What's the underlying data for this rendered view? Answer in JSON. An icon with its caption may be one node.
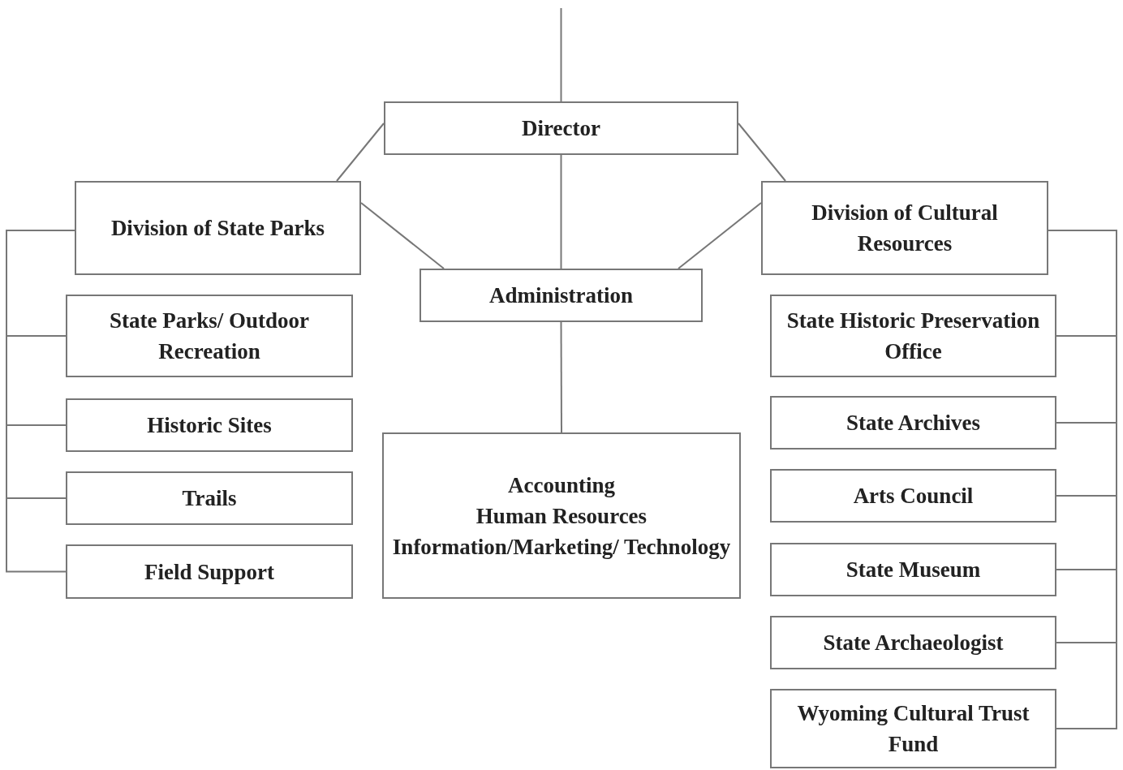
{
  "diagram": {
    "nodes": [
      {
        "text": [
          "Director"
        ]
      },
      {
        "text": [
          "Division of State Parks"
        ]
      },
      {
        "text": [
          "Division of Cultural Resources"
        ]
      },
      {
        "text": [
          "Administration"
        ]
      },
      {
        "text": [
          "State Parks/ Outdoor Recreation"
        ]
      },
      {
        "text": [
          "Historic Sites"
        ]
      },
      {
        "text": [
          "Trails"
        ]
      },
      {
        "text": [
          "Field Support"
        ]
      },
      {
        "text": [
          "Accounting",
          "Human Resources",
          "Information/Marketing/ Technology"
        ]
      },
      {
        "text": [
          "State Historic Preservation Office"
        ]
      },
      {
        "text": [
          "State Archives"
        ]
      },
      {
        "text": [
          "Arts Council"
        ]
      },
      {
        "text": [
          "State Museum"
        ]
      },
      {
        "text": [
          "State Archaeologist"
        ]
      },
      {
        "text": [
          "Wyoming Cultural Trust Fund"
        ]
      }
    ],
    "edges": [
      {
        "from": null,
        "to": 0,
        "arrow": "none"
      },
      {
        "from": 0,
        "to": 1,
        "arrow": "none"
      },
      {
        "from": 0,
        "to": 2,
        "arrow": "none"
      },
      {
        "from": 0,
        "to": 3,
        "arrow": "none"
      },
      {
        "from": 1,
        "to": 3,
        "arrow": "none"
      },
      {
        "from": 2,
        "to": 3,
        "arrow": "none"
      },
      {
        "from": 3,
        "to": 8,
        "arrow": "none"
      },
      {
        "from": 1,
        "to": 4,
        "arrow": "none"
      },
      {
        "from": 1,
        "to": 5,
        "arrow": "none"
      },
      {
        "from": 1,
        "to": 6,
        "arrow": "none"
      },
      {
        "from": 1,
        "to": 7,
        "arrow": "none"
      },
      {
        "from": 2,
        "to": 9,
        "arrow": "none"
      },
      {
        "from": 2,
        "to": 10,
        "arrow": "none"
      },
      {
        "from": 2,
        "to": 11,
        "arrow": "none"
      },
      {
        "from": 2,
        "to": 12,
        "arrow": "none"
      },
      {
        "from": 2,
        "to": 13,
        "arrow": "none"
      },
      {
        "from": 2,
        "to": 14,
        "arrow": "none"
      }
    ]
  }
}
